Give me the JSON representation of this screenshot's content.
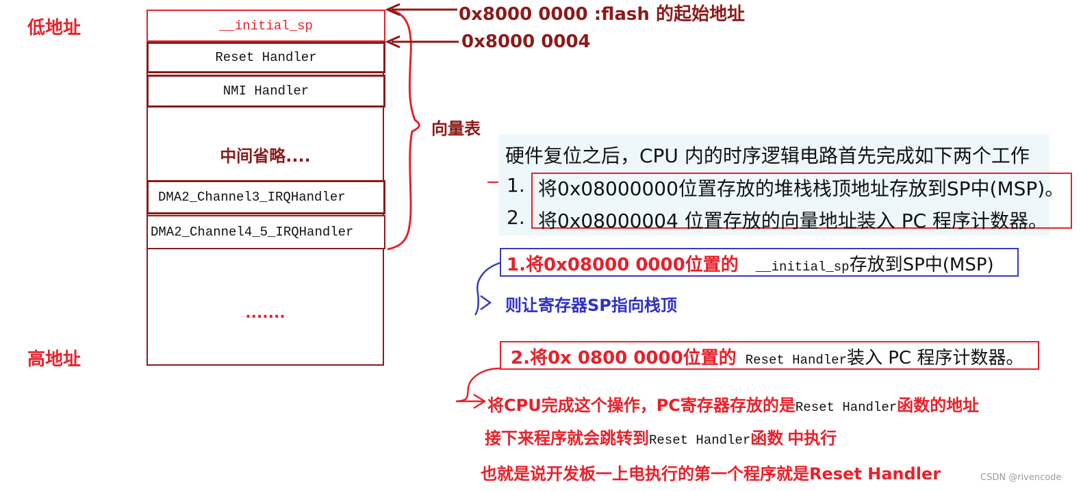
{
  "labels": {
    "low_address": "低地址",
    "high_address": "高地址",
    "vector_table": "向量表"
  },
  "table": {
    "rows": [
      "__initial_sp",
      "Reset Handler",
      "NMI Handler",
      "中间省略....",
      "DMA2_Channel3_IRQHandler",
      "DMA2_Channel4_5_IRQHandler",
      "......."
    ]
  },
  "addresses": {
    "flash_start": "0x8000 0000 :flash 的起始地址",
    "second": "0x8000 0004"
  },
  "panel": {
    "heading": "硬件复位之后，CPU 内的时序逻辑电路首先完成如下两个工作",
    "item1_num": "1.",
    "item1_text": "将0x08000000位置存放的堆栈栈顶地址存放到SP中(MSP)。",
    "item2_num": "2.",
    "item2_text": "将0x08000004 位置存放的向量地址装入 PC 程序计数器。"
  },
  "note1": {
    "prefix": "1.将0x08000 0000位置的",
    "mono": "__initial_sp",
    "suffix": "存放到SP中(MSP)",
    "followup": "则让寄存器SP指向栈顶"
  },
  "note2": {
    "prefix": "2.将0x 0800  0000位置的",
    "mono": "Reset Handler",
    "suffix": "装入 PC 程序计数器。"
  },
  "explain": {
    "line1_prefix": "将CPU完成这个操作，PC寄存器存放的是",
    "line1_mono": "Reset Handler",
    "line1_suffix": "函数的地址",
    "line2_prefix": "接下来程序就会跳转到",
    "line2_mono": "Reset Handler",
    "line2_suffix": "函数",
    "line2_tail": "中执行",
    "line3": "也就是说开发板一上电执行的第一个程序就是Reset Handler"
  },
  "watermark": "CSDN @rivencode",
  "colors": {
    "dark_red": "#8b1a1a",
    "red": "#e8202a",
    "blue": "#3030c8",
    "panel_bg": "#eef8fb"
  }
}
